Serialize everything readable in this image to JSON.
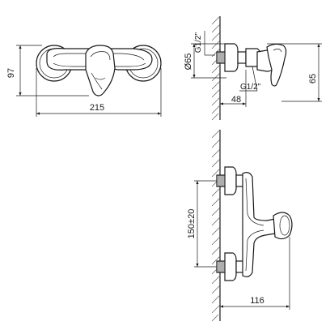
{
  "front_view": {
    "height_label": "97",
    "width_label": "215"
  },
  "side_view": {
    "thread_top_label": "G1/2\"",
    "eccentric_diameter_label": "Ø65",
    "thread_bottom_label": "G1/2\"",
    "depth_label": "48",
    "height_label": "65"
  },
  "top_view": {
    "spacing_label": "150±20",
    "projection_label": "116"
  }
}
